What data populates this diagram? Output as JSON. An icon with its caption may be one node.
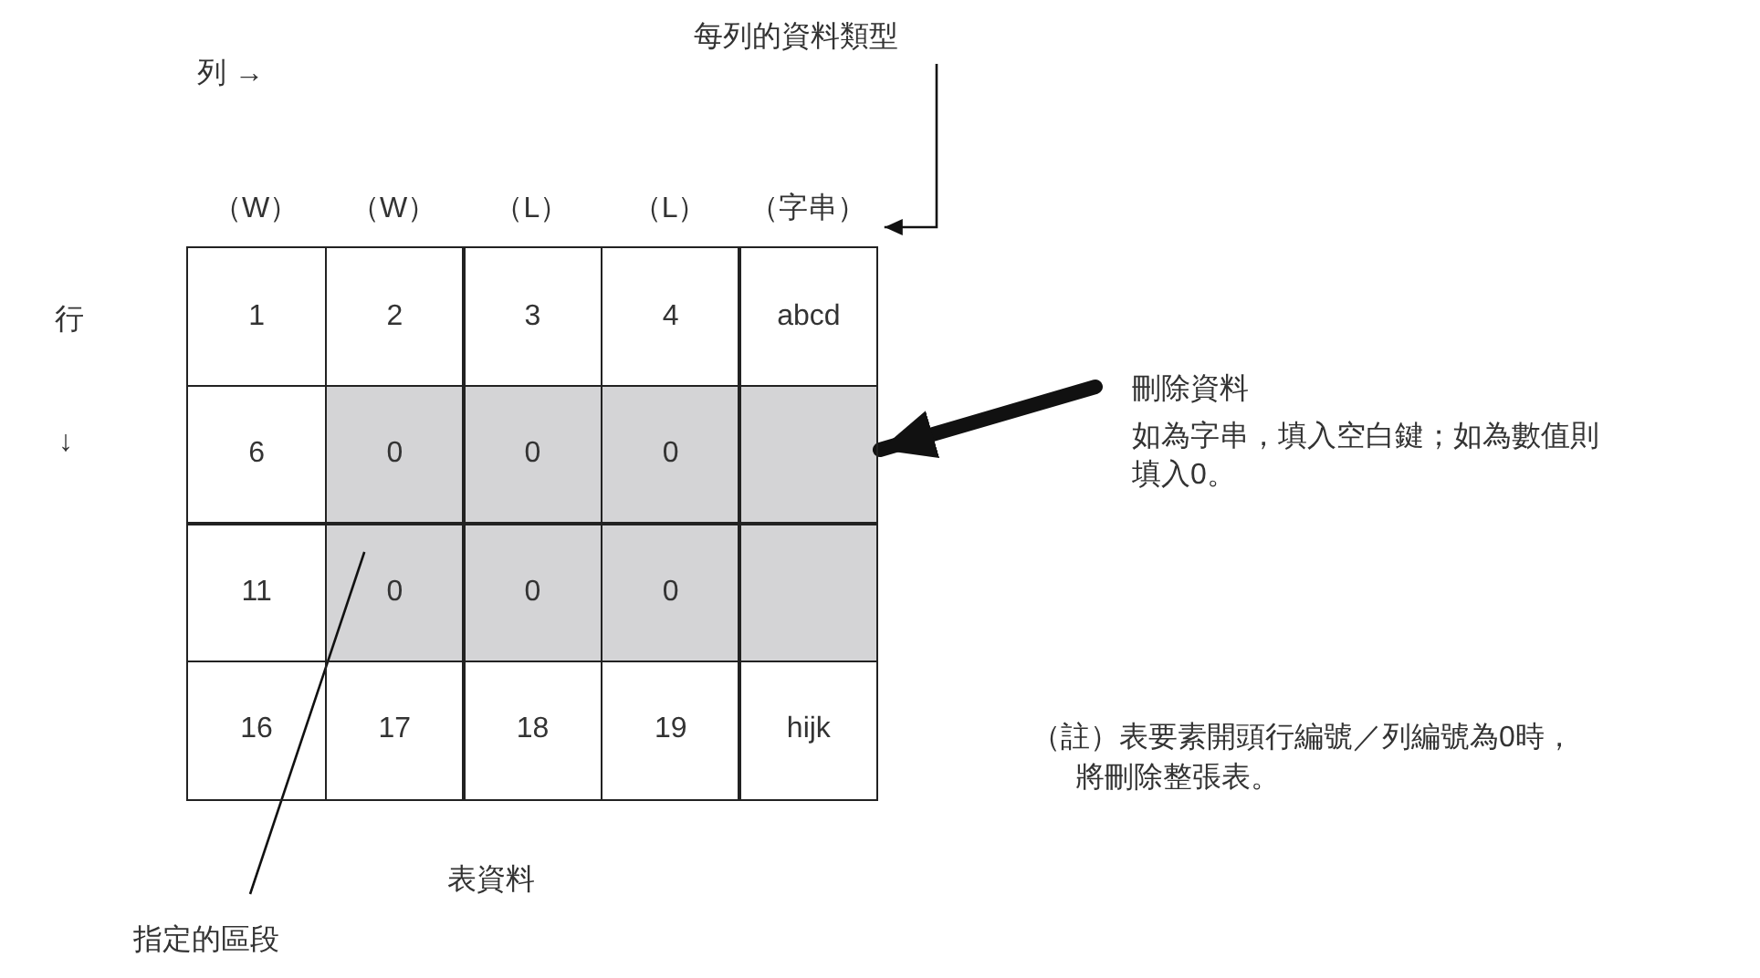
{
  "diagram": {
    "nodes": [
      {
        "text": [
          "每列的資料類型"
        ]
      },
      {
        "text": [
          "（字串）"
        ]
      },
      {
        "text": [
          "刪除資料",
          "如為字串，填入空白鍵；如為數值則填入0。"
        ]
      },
      {
        "text": [],
        "shape": "box"
      },
      {
        "text": [
          "指定的區段"
        ]
      }
    ],
    "edges": [
      {
        "from": 0,
        "to": 1,
        "arrow": "to"
      },
      {
        "from": 2,
        "to": 3,
        "arrow": "to",
        "style": "thick"
      },
      {
        "from": 4,
        "to": 3,
        "arrow": "none"
      }
    ],
    "labels": [
      "列 →",
      "行",
      "↓",
      "（W）",
      "（W）",
      "（L）",
      "（L）",
      "1",
      "2",
      "3",
      "4",
      "abcd",
      "6",
      "0",
      "0",
      "0",
      "11",
      "0",
      "0",
      "0",
      "16",
      "17",
      "18",
      "19",
      "hijk",
      "表資料",
      "（註）表要素開頭行編號／列編號為0時，將刪除整張表。"
    ]
  }
}
